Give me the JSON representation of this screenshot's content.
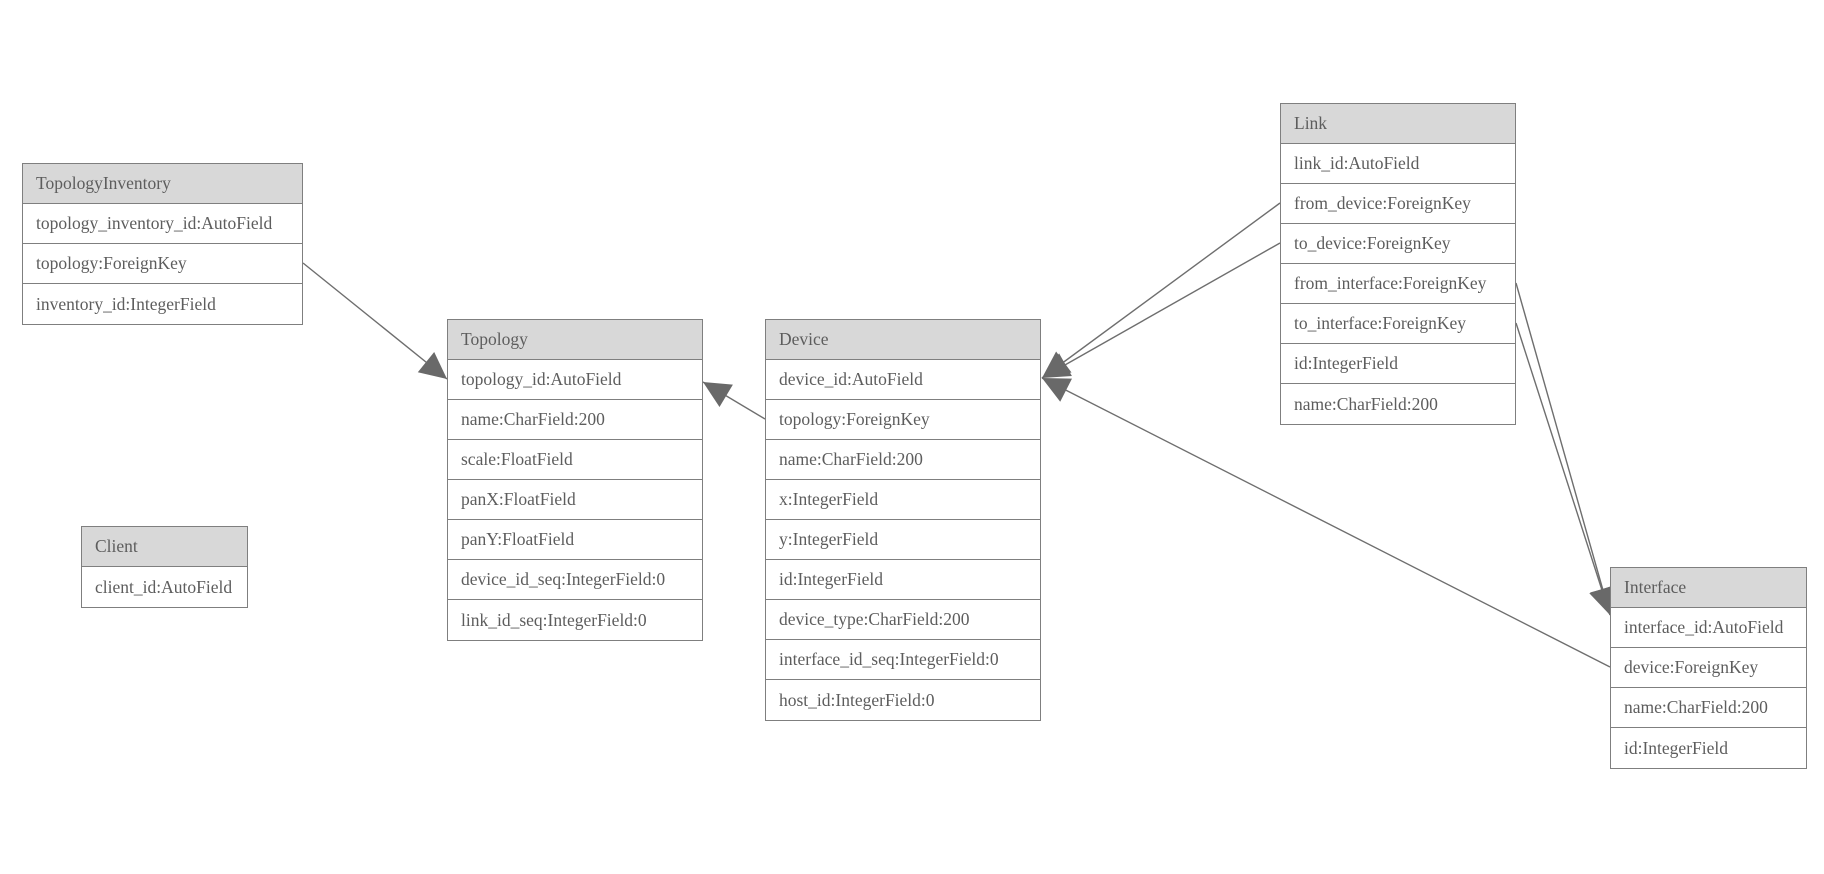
{
  "diagram": {
    "type": "entity-relationship-model-graph",
    "background_color": "#ffffff",
    "colors": {
      "header_fill": "#d8d8d8",
      "border": "#7f7f7f",
      "text": "#5d5d5d",
      "line": "#6e6e6e",
      "arrowhead": "#696969"
    },
    "entities": [
      {
        "name": "TopologyInventory",
        "fields": [
          "topology_inventory_id:AutoField",
          "topology:ForeignKey",
          "inventory_id:IntegerField"
        ]
      },
      {
        "name": "Topology",
        "fields": [
          "topology_id:AutoField",
          "name:CharField:200",
          "scale:FloatField",
          "panX:FloatField",
          "panY:FloatField",
          "device_id_seq:IntegerField:0",
          "link_id_seq:IntegerField:0"
        ]
      },
      {
        "name": "Client",
        "fields": [
          "client_id:AutoField"
        ]
      },
      {
        "name": "Device",
        "fields": [
          "device_id:AutoField",
          "topology:ForeignKey",
          "name:CharField:200",
          "x:IntegerField",
          "y:IntegerField",
          "id:IntegerField",
          "device_type:CharField:200",
          "interface_id_seq:IntegerField:0",
          "host_id:IntegerField:0"
        ]
      },
      {
        "name": "Link",
        "fields": [
          "link_id:AutoField",
          "from_device:ForeignKey",
          "to_device:ForeignKey",
          "from_interface:ForeignKey",
          "to_interface:ForeignKey",
          "id:IntegerField",
          "name:CharField:200"
        ]
      },
      {
        "name": "Interface",
        "fields": [
          "interface_id:AutoField",
          "device:ForeignKey",
          "name:CharField:200",
          "id:IntegerField"
        ]
      }
    ],
    "relations": [
      {
        "from": "TopologyInventory.topology",
        "to": "Topology.topology_id"
      },
      {
        "from": "Device.topology",
        "to": "Topology.topology_id"
      },
      {
        "from": "Link.from_device",
        "to": "Device.device_id"
      },
      {
        "from": "Link.to_device",
        "to": "Device.device_id"
      },
      {
        "from": "Interface.device",
        "to": "Device.device_id"
      },
      {
        "from": "Link.from_interface",
        "to": "Interface.interface_id"
      },
      {
        "from": "Link.to_interface",
        "to": "Interface.interface_id"
      }
    ]
  }
}
